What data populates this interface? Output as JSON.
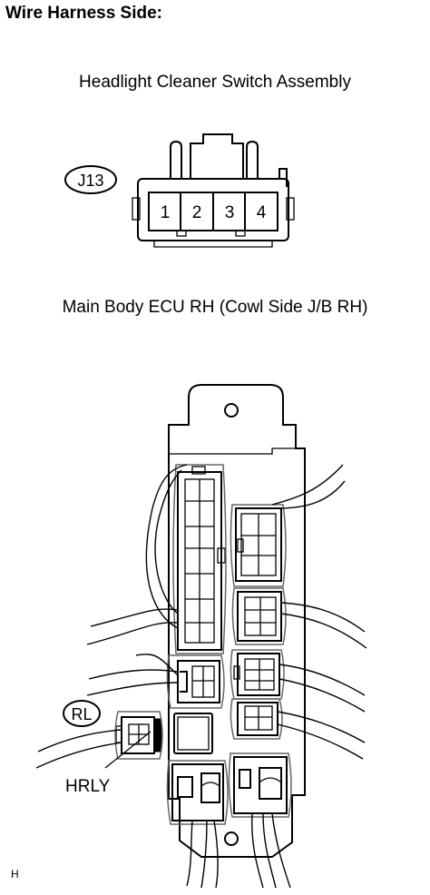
{
  "header": "Wire Harness Side:",
  "connector_j13": {
    "title": "Headlight Cleaner Switch Assembly",
    "code": "J13",
    "pins": [
      "1",
      "2",
      "3",
      "4"
    ]
  },
  "ecu": {
    "title": "Main Body ECU RH (Cowl Side J/B RH)",
    "connector_code": "RL",
    "relay_label": "HRLY"
  },
  "footer": "H"
}
